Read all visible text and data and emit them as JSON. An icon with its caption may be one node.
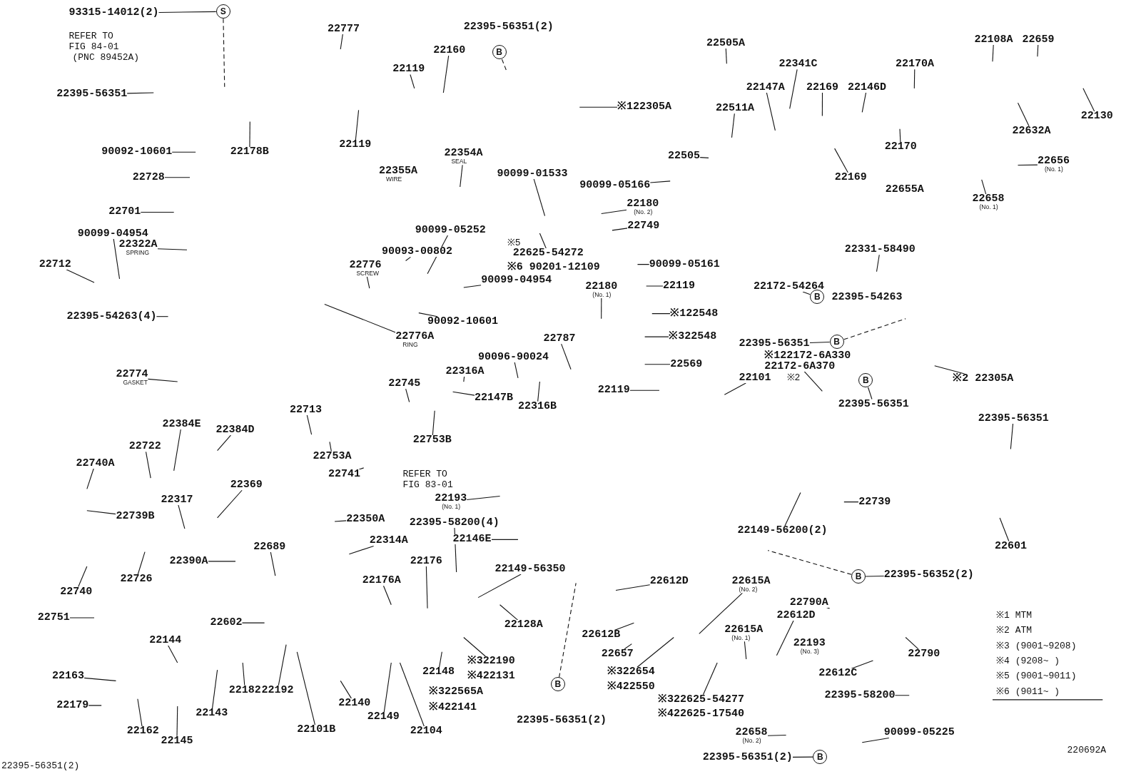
{
  "diagram": {
    "nodes": [
      {
        "text": [
          "93315-14012(2)"
        ]
      },
      {
        "text": [
          "S"
        ]
      },
      {
        "text": [
          "22395-56351"
        ]
      },
      {
        "text": [
          "90092-10601"
        ]
      },
      {
        "text": [
          "22178B"
        ]
      },
      {
        "text": [
          "22728"
        ]
      },
      {
        "text": [
          "22701"
        ]
      },
      {
        "text": [
          "90099-04954"
        ]
      },
      {
        "text": [
          "22322A",
          "SPRING"
        ]
      },
      {
        "text": [
          "22712"
        ]
      },
      {
        "text": [
          "22395-54263(4)"
        ]
      },
      {
        "text": [
          "22774",
          "GASKET"
        ]
      },
      {
        "text": [
          "22777"
        ]
      },
      {
        "text": [
          "22395-56351(2)"
        ]
      },
      {
        "text": [
          "B"
        ]
      },
      {
        "text": [
          "22119"
        ]
      },
      {
        "text": [
          "22160"
        ]
      },
      {
        "text": [
          "22119"
        ]
      },
      {
        "text": [
          "※122305A"
        ]
      },
      {
        "text": [
          "22355A",
          "WIRE"
        ]
      },
      {
        "text": [
          "22354A",
          "SEAL"
        ]
      },
      {
        "text": [
          "90099-01533"
        ]
      },
      {
        "text": [
          "90099-05252"
        ]
      },
      {
        "text": [
          "22625-54272"
        ]
      },
      {
        "text": [
          "※6 90201-12109"
        ]
      },
      {
        "text": [
          "90093-00802"
        ]
      },
      {
        "text": [
          "22776",
          "SCREW"
        ]
      },
      {
        "text": [
          "90099-04954"
        ]
      },
      {
        "text": [
          "90092-10601"
        ]
      },
      {
        "text": [
          "22776A",
          "RING"
        ]
      },
      {
        "text": [
          "22505A"
        ]
      },
      {
        "text": [
          "22341C"
        ]
      },
      {
        "text": [
          "22147A"
        ]
      },
      {
        "text": [
          "22169"
        ]
      },
      {
        "text": [
          "22146D"
        ]
      },
      {
        "text": [
          "22511A"
        ]
      },
      {
        "text": [
          "22505"
        ]
      },
      {
        "text": [
          "90099-05166"
        ]
      },
      {
        "text": [
          "22180",
          "(No. 2)"
        ]
      },
      {
        "text": [
          "22749"
        ]
      },
      {
        "text": [
          "22169"
        ]
      },
      {
        "text": [
          "22108A"
        ]
      },
      {
        "text": [
          "22659"
        ]
      },
      {
        "text": [
          "22170A"
        ]
      },
      {
        "text": [
          "22130"
        ]
      },
      {
        "text": [
          "22632A"
        ]
      },
      {
        "text": [
          "22170"
        ]
      },
      {
        "text": [
          "22656",
          "(No. 1)"
        ]
      },
      {
        "text": [
          "22655A"
        ]
      },
      {
        "text": [
          "22658",
          "(No. 1)"
        ]
      },
      {
        "text": [
          "90099-05161"
        ]
      },
      {
        "text": [
          "22119"
        ]
      },
      {
        "text": [
          "22180",
          "(No. 1)"
        ]
      },
      {
        "text": [
          "※122548"
        ]
      },
      {
        "text": [
          "※322548"
        ]
      },
      {
        "text": [
          "22569"
        ]
      },
      {
        "text": [
          "22119"
        ]
      },
      {
        "text": [
          "22787"
        ]
      },
      {
        "text": [
          "90096-90024"
        ]
      },
      {
        "text": [
          "22316A"
        ]
      },
      {
        "text": [
          "22745"
        ]
      },
      {
        "text": [
          "22147B"
        ]
      },
      {
        "text": [
          "22316B"
        ]
      },
      {
        "text": [
          "22753B"
        ]
      },
      {
        "text": [
          "22713"
        ]
      },
      {
        "text": [
          "22384E"
        ]
      },
      {
        "text": [
          "22384D"
        ]
      },
      {
        "text": [
          "22722"
        ]
      },
      {
        "text": [
          "22753A"
        ]
      },
      {
        "text": [
          "22741"
        ]
      },
      {
        "text": [
          "22740A"
        ]
      },
      {
        "text": [
          "22193",
          "(No. 1)"
        ]
      },
      {
        "text": [
          "22317"
        ]
      },
      {
        "text": [
          "22369"
        ]
      },
      {
        "text": [
          "22739B"
        ]
      },
      {
        "text": [
          "22350A"
        ]
      },
      {
        "text": [
          "22395-58200(4)"
        ]
      },
      {
        "text": [
          "22314A"
        ]
      },
      {
        "text": [
          "22146E"
        ]
      },
      {
        "text": [
          "22390A"
        ]
      },
      {
        "text": [
          "22689"
        ]
      },
      {
        "text": [
          "22726"
        ]
      },
      {
        "text": [
          "22740"
        ]
      },
      {
        "text": [
          "22176"
        ]
      },
      {
        "text": [
          "22176A"
        ]
      },
      {
        "text": [
          "22149-56350"
        ]
      },
      {
        "text": [
          "22751"
        ]
      },
      {
        "text": [
          "22602"
        ]
      },
      {
        "text": [
          "22144"
        ]
      },
      {
        "text": [
          "22128A"
        ]
      },
      {
        "text": [
          "22148"
        ]
      },
      {
        "text": [
          "※322190"
        ]
      },
      {
        "text": [
          "※422131"
        ]
      },
      {
        "text": [
          "22163"
        ]
      },
      {
        "text": [
          "22182"
        ]
      },
      {
        "text": [
          "22192"
        ]
      },
      {
        "text": [
          "22143"
        ]
      },
      {
        "text": [
          "22140"
        ]
      },
      {
        "text": [
          "22101B"
        ]
      },
      {
        "text": [
          "22149"
        ]
      },
      {
        "text": [
          "22104"
        ]
      },
      {
        "text": [
          "※322565A"
        ]
      },
      {
        "text": [
          "※422141"
        ]
      },
      {
        "text": [
          "22179"
        ]
      },
      {
        "text": [
          "22162"
        ]
      },
      {
        "text": [
          "22145"
        ]
      },
      {
        "text": [
          "B"
        ]
      },
      {
        "text": [
          "22395-56351(2)"
        ]
      },
      {
        "text": [
          "22612B"
        ]
      },
      {
        "text": [
          "22657"
        ]
      },
      {
        "text": [
          "※322654"
        ]
      },
      {
        "text": [
          "※422550"
        ]
      },
      {
        "text": [
          "22612D"
        ]
      },
      {
        "text": [
          "22615A",
          "(No. 2)"
        ]
      },
      {
        "text": [
          "22149-56200(2)"
        ]
      },
      {
        "text": [
          "22739"
        ]
      },
      {
        "text": [
          "22601"
        ]
      },
      {
        "text": [
          "22395-56351"
        ]
      },
      {
        "text": [
          "B"
        ]
      },
      {
        "text": [
          "22395-56352(2)"
        ]
      },
      {
        "text": [
          "22790A"
        ]
      },
      {
        "text": [
          "22612D"
        ]
      },
      {
        "text": [
          "22615A",
          "(No. 1)"
        ]
      },
      {
        "text": [
          "22193",
          "(No. 3)"
        ]
      },
      {
        "text": [
          "22790"
        ]
      },
      {
        "text": [
          "※322625-54277"
        ]
      },
      {
        "text": [
          "※422625-17540"
        ]
      },
      {
        "text": [
          "22612C"
        ]
      },
      {
        "text": [
          "22395-58200"
        ]
      },
      {
        "text": [
          "90099-05225"
        ]
      },
      {
        "text": [
          "22658",
          "(No. 2)"
        ]
      },
      {
        "text": [
          "22395-56351(2)"
        ]
      },
      {
        "text": [
          "B"
        ]
      },
      {
        "text": [
          "22331-58490"
        ]
      },
      {
        "text": [
          "22172-54264"
        ]
      },
      {
        "text": [
          "B"
        ]
      },
      {
        "text": [
          "22395-54263"
        ]
      },
      {
        "text": [
          "22395-56351"
        ]
      },
      {
        "text": [
          "B"
        ]
      },
      {
        "text": [
          "※122172-6A330"
        ]
      },
      {
        "text": [
          "22172-6A370"
        ]
      },
      {
        "text": [
          "22101"
        ]
      },
      {
        "text": [
          "B"
        ]
      },
      {
        "text": [
          "22395-56351"
        ]
      },
      {
        "text": [
          "※2 22305A"
        ]
      }
    ],
    "edges": [
      {
        "from": 0,
        "to": 1,
        "arrow": "none"
      },
      {
        "from": 1,
        "to": null,
        "arrow": "none",
        "style": "dashed"
      },
      {
        "from": 2,
        "to": null,
        "arrow": "none"
      },
      {
        "from": 3,
        "to": null,
        "arrow": "none"
      },
      {
        "from": 4,
        "to": null,
        "arrow": "none"
      },
      {
        "from": 5,
        "to": null,
        "arrow": "none"
      },
      {
        "from": 6,
        "to": null,
        "arrow": "none"
      },
      {
        "from": 7,
        "to": null,
        "arrow": "none"
      },
      {
        "from": 8,
        "to": null,
        "arrow": "none"
      },
      {
        "from": 9,
        "to": null,
        "arrow": "none"
      },
      {
        "from": 10,
        "to": null,
        "arrow": "none"
      },
      {
        "from": 11,
        "to": null,
        "arrow": "none"
      },
      {
        "from": 12,
        "to": null,
        "arrow": "none"
      },
      {
        "from": 14,
        "to": null,
        "arrow": "none",
        "style": "dashed"
      },
      {
        "from": 15,
        "to": null,
        "arrow": "none"
      },
      {
        "from": 16,
        "to": null,
        "arrow": "none"
      },
      {
        "from": 17,
        "to": null,
        "arrow": "none"
      },
      {
        "from": 18,
        "to": null,
        "arrow": "none"
      },
      {
        "from": 20,
        "to": null,
        "arrow": "none"
      },
      {
        "from": 21,
        "to": null,
        "arrow": "none"
      },
      {
        "from": 22,
        "to": null,
        "arrow": "none"
      },
      {
        "from": 23,
        "to": null,
        "arrow": "none"
      },
      {
        "from": 25,
        "to": null,
        "arrow": "none"
      },
      {
        "from": 26,
        "to": null,
        "arrow": "none"
      },
      {
        "from": 27,
        "to": null,
        "arrow": "none"
      },
      {
        "from": 28,
        "to": null,
        "arrow": "none"
      },
      {
        "from": 29,
        "to": null,
        "arrow": "none"
      },
      {
        "from": 30,
        "to": null,
        "arrow": "none"
      },
      {
        "from": 31,
        "to": null,
        "arrow": "none"
      },
      {
        "from": 32,
        "to": null,
        "arrow": "none"
      },
      {
        "from": 33,
        "to": null,
        "arrow": "none"
      },
      {
        "from": 34,
        "to": null,
        "arrow": "none"
      },
      {
        "from": 35,
        "to": null,
        "arrow": "none"
      },
      {
        "from": 36,
        "to": null,
        "arrow": "none"
      },
      {
        "from": 37,
        "to": null,
        "arrow": "none"
      },
      {
        "from": 38,
        "to": null,
        "arrow": "none"
      },
      {
        "from": 39,
        "to": null,
        "arrow": "none"
      },
      {
        "from": 40,
        "to": null,
        "arrow": "none"
      },
      {
        "from": 41,
        "to": null,
        "arrow": "none"
      },
      {
        "from": 42,
        "to": null,
        "arrow": "none"
      },
      {
        "from": 43,
        "to": null,
        "arrow": "none"
      },
      {
        "from": 44,
        "to": null,
        "arrow": "none"
      },
      {
        "from": 45,
        "to": null,
        "arrow": "none"
      },
      {
        "from": 46,
        "to": null,
        "arrow": "none"
      },
      {
        "from": 47,
        "to": null,
        "arrow": "none"
      },
      {
        "from": 48,
        "to": null,
        "arrow": "none"
      },
      {
        "from": 49,
        "to": null,
        "arrow": "none"
      },
      {
        "from": 50,
        "to": null,
        "arrow": "none"
      },
      {
        "from": 51,
        "to": null,
        "arrow": "none"
      },
      {
        "from": 52,
        "to": null,
        "arrow": "none"
      },
      {
        "from": 53,
        "to": null,
        "arrow": "none"
      },
      {
        "from": 54,
        "to": null,
        "arrow": "none"
      },
      {
        "from": 55,
        "to": null,
        "arrow": "none"
      },
      {
        "from": 56,
        "to": null,
        "arrow": "none"
      },
      {
        "from": 57,
        "to": null,
        "arrow": "none"
      },
      {
        "from": 58,
        "to": null,
        "arrow": "none"
      },
      {
        "from": 59,
        "to": null,
        "arrow": "none"
      },
      {
        "from": 60,
        "to": null,
        "arrow": "none"
      },
      {
        "from": 61,
        "to": null,
        "arrow": "none"
      },
      {
        "from": 62,
        "to": null,
        "arrow": "none"
      },
      {
        "from": 63,
        "to": null,
        "arrow": "none"
      },
      {
        "from": 64,
        "to": null,
        "arrow": "none"
      },
      {
        "from": 65,
        "to": null,
        "arrow": "none"
      },
      {
        "from": 66,
        "to": null,
        "arrow": "none"
      },
      {
        "from": 67,
        "to": null,
        "arrow": "none"
      },
      {
        "from": 68,
        "to": null,
        "arrow": "none"
      },
      {
        "from": 69,
        "to": null,
        "arrow": "none"
      },
      {
        "from": 70,
        "to": null,
        "arrow": "none"
      },
      {
        "from": 71,
        "to": null,
        "arrow": "none"
      },
      {
        "from": 72,
        "to": null,
        "arrow": "none"
      },
      {
        "from": 73,
        "to": null,
        "arrow": "none"
      },
      {
        "from": 74,
        "to": null,
        "arrow": "none"
      },
      {
        "from": 75,
        "to": null,
        "arrow": "none"
      },
      {
        "from": 76,
        "to": null,
        "arrow": "none"
      },
      {
        "from": 77,
        "to": null,
        "arrow": "none"
      },
      {
        "from": 78,
        "to": null,
        "arrow": "none"
      },
      {
        "from": 79,
        "to": null,
        "arrow": "none"
      },
      {
        "from": 80,
        "to": null,
        "arrow": "none"
      },
      {
        "from": 81,
        "to": null,
        "arrow": "none"
      },
      {
        "from": 82,
        "to": null,
        "arrow": "none"
      },
      {
        "from": 83,
        "to": null,
        "arrow": "none"
      },
      {
        "from": 84,
        "to": null,
        "arrow": "none"
      },
      {
        "from": 85,
        "to": null,
        "arrow": "none"
      },
      {
        "from": 86,
        "to": null,
        "arrow": "none"
      },
      {
        "from": 87,
        "to": null,
        "arrow": "none"
      },
      {
        "from": 88,
        "to": null,
        "arrow": "none"
      },
      {
        "from": 89,
        "to": null,
        "arrow": "none"
      },
      {
        "from": 90,
        "to": null,
        "arrow": "none"
      },
      {
        "from": 91,
        "to": null,
        "arrow": "none"
      },
      {
        "from": 93,
        "to": null,
        "arrow": "none"
      },
      {
        "from": 94,
        "to": null,
        "arrow": "none"
      },
      {
        "from": 95,
        "to": null,
        "arrow": "none"
      },
      {
        "from": 96,
        "to": null,
        "arrow": "none"
      },
      {
        "from": 97,
        "to": null,
        "arrow": "none"
      },
      {
        "from": 98,
        "to": null,
        "arrow": "none"
      },
      {
        "from": 99,
        "to": null,
        "arrow": "none"
      },
      {
        "from": 100,
        "to": null,
        "arrow": "none"
      },
      {
        "from": 103,
        "to": null,
        "arrow": "none"
      },
      {
        "from": 104,
        "to": null,
        "arrow": "none"
      },
      {
        "from": 105,
        "to": null,
        "arrow": "none"
      },
      {
        "from": 106,
        "to": null,
        "arrow": "none",
        "style": "dashed"
      },
      {
        "from": 108,
        "to": null,
        "arrow": "none"
      },
      {
        "from": 109,
        "to": null,
        "arrow": "none"
      },
      {
        "from": 110,
        "to": null,
        "arrow": "none"
      },
      {
        "from": 112,
        "to": null,
        "arrow": "none"
      },
      {
        "from": 113,
        "to": null,
        "arrow": "none"
      },
      {
        "from": 114,
        "to": null,
        "arrow": "none"
      },
      {
        "from": 115,
        "to": null,
        "arrow": "none"
      },
      {
        "from": 116,
        "to": null,
        "arrow": "none"
      },
      {
        "from": 117,
        "to": null,
        "arrow": "none"
      },
      {
        "from": 118,
        "to": null,
        "arrow": "none",
        "style": "dashed"
      },
      {
        "from": 119,
        "to": 118,
        "arrow": "none"
      },
      {
        "from": 120,
        "to": null,
        "arrow": "none"
      },
      {
        "from": 121,
        "to": null,
        "arrow": "none"
      },
      {
        "from": 122,
        "to": null,
        "arrow": "none"
      },
      {
        "from": 124,
        "to": null,
        "arrow": "none"
      },
      {
        "from": 125,
        "to": null,
        "arrow": "none"
      },
      {
        "from": 127,
        "to": null,
        "arrow": "none"
      },
      {
        "from": 128,
        "to": null,
        "arrow": "none"
      },
      {
        "from": 129,
        "to": null,
        "arrow": "none"
      },
      {
        "from": 130,
        "to": null,
        "arrow": "none"
      },
      {
        "from": 131,
        "to": 132,
        "arrow": "none"
      },
      {
        "from": 133,
        "to": null,
        "arrow": "none"
      },
      {
        "from": 134,
        "to": 135,
        "arrow": "none"
      },
      {
        "from": 137,
        "to": 138,
        "arrow": "none"
      },
      {
        "from": 138,
        "to": null,
        "arrow": "none",
        "style": "dashed"
      },
      {
        "from": 140,
        "to": null,
        "arrow": "none"
      },
      {
        "from": 141,
        "to": null,
        "arrow": "none"
      },
      {
        "from": 143,
        "to": 142,
        "arrow": "none"
      },
      {
        "from": 144,
        "to": null,
        "arrow": "none"
      }
    ],
    "labels": [
      "REFER TO",
      "FIG 84-01",
      "(PNC 89452A)",
      "※5",
      "※2",
      "REFER TO",
      "FIG 83-01",
      "※1 MTM",
      "※2 ATM",
      "※3 (9001~9208)",
      "※4 (9208~ )",
      "※5 (9001~9011)",
      "※6 (9011~ )",
      "22395-56351(2)",
      "220692A"
    ]
  }
}
